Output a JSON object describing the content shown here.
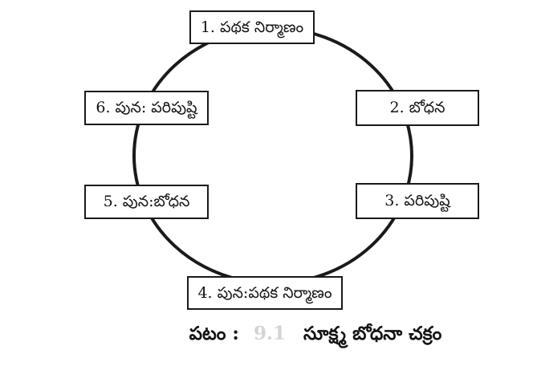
{
  "figure": {
    "type": "cycle-diagram",
    "steps": [
      {
        "number": "1",
        "label": "1. పథక నిర్మాణం"
      },
      {
        "number": "2",
        "label": "2. బోధన"
      },
      {
        "number": "3",
        "label": "3. పరిపుష్టి"
      },
      {
        "number": "4",
        "label": "4. పున:పథక నిర్మాణం"
      },
      {
        "number": "5",
        "label": "5. పున:బోధన"
      },
      {
        "number": "6",
        "label": "6. పున: పరిపుష్టి"
      }
    ],
    "caption": {
      "prefix": "పటం :",
      "figure_number": "9.1",
      "title": "సూక్ష్మ బోధనా చక్రం"
    },
    "colors": {
      "line": "#1a1a1a",
      "box_background": "#ffffff",
      "text": "#141414",
      "faint_figure_number": "#d4d4d4"
    }
  }
}
